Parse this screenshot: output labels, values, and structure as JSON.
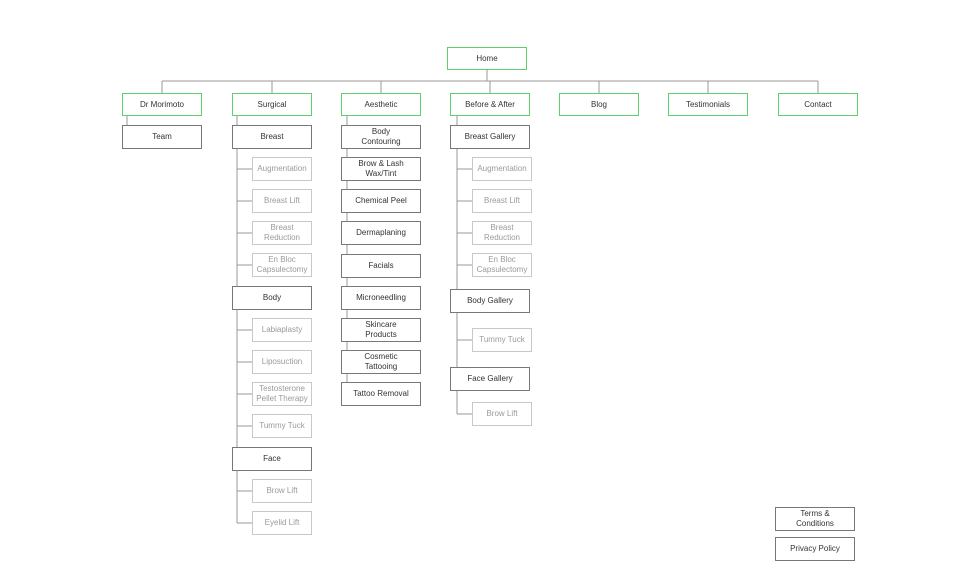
{
  "sitemap": {
    "home": "Home",
    "top": [
      "Dr Morimoto",
      "Surgical",
      "Aesthetic",
      "Before & After",
      "Blog",
      "Testimonials",
      "Contact"
    ],
    "dr_morimoto": {
      "team": "Team"
    },
    "surgical": {
      "breast": "Breast",
      "breast_children": [
        "Augmentation",
        "Breast Lift",
        "Breast\nReduction",
        "En Bloc\nCapsulectomy"
      ],
      "body": "Body",
      "body_children": [
        "Labiaplasty",
        "Liposuction",
        "Testosterone\nPellet Therapy",
        "Tummy Tuck"
      ],
      "face": "Face",
      "face_children": [
        "Brow Lift",
        "Eyelid Lift"
      ]
    },
    "aesthetic": [
      "Body\nContouring",
      "Brow & Lash\nWax/Tint",
      "Chemical Peel",
      "Dermaplaning",
      "Facials",
      "Microneedling",
      "Skincare\nProducts",
      "Cosmetic\nTattooing",
      "Tattoo Removal"
    ],
    "before_after": {
      "breast_gallery": "Breast Gallery",
      "breast_children": [
        "Augmentation",
        "Breast Lift",
        "Breast\nReduction",
        "En Bloc\nCapsulectomy"
      ],
      "body_gallery": "Body Gallery",
      "body_children": [
        "Tummy Tuck"
      ],
      "face_gallery": "Face Gallery",
      "face_children": [
        "Brow Lift"
      ]
    },
    "footer": {
      "terms": "Terms &\nConditions",
      "privacy": "Privacy Policy"
    }
  }
}
